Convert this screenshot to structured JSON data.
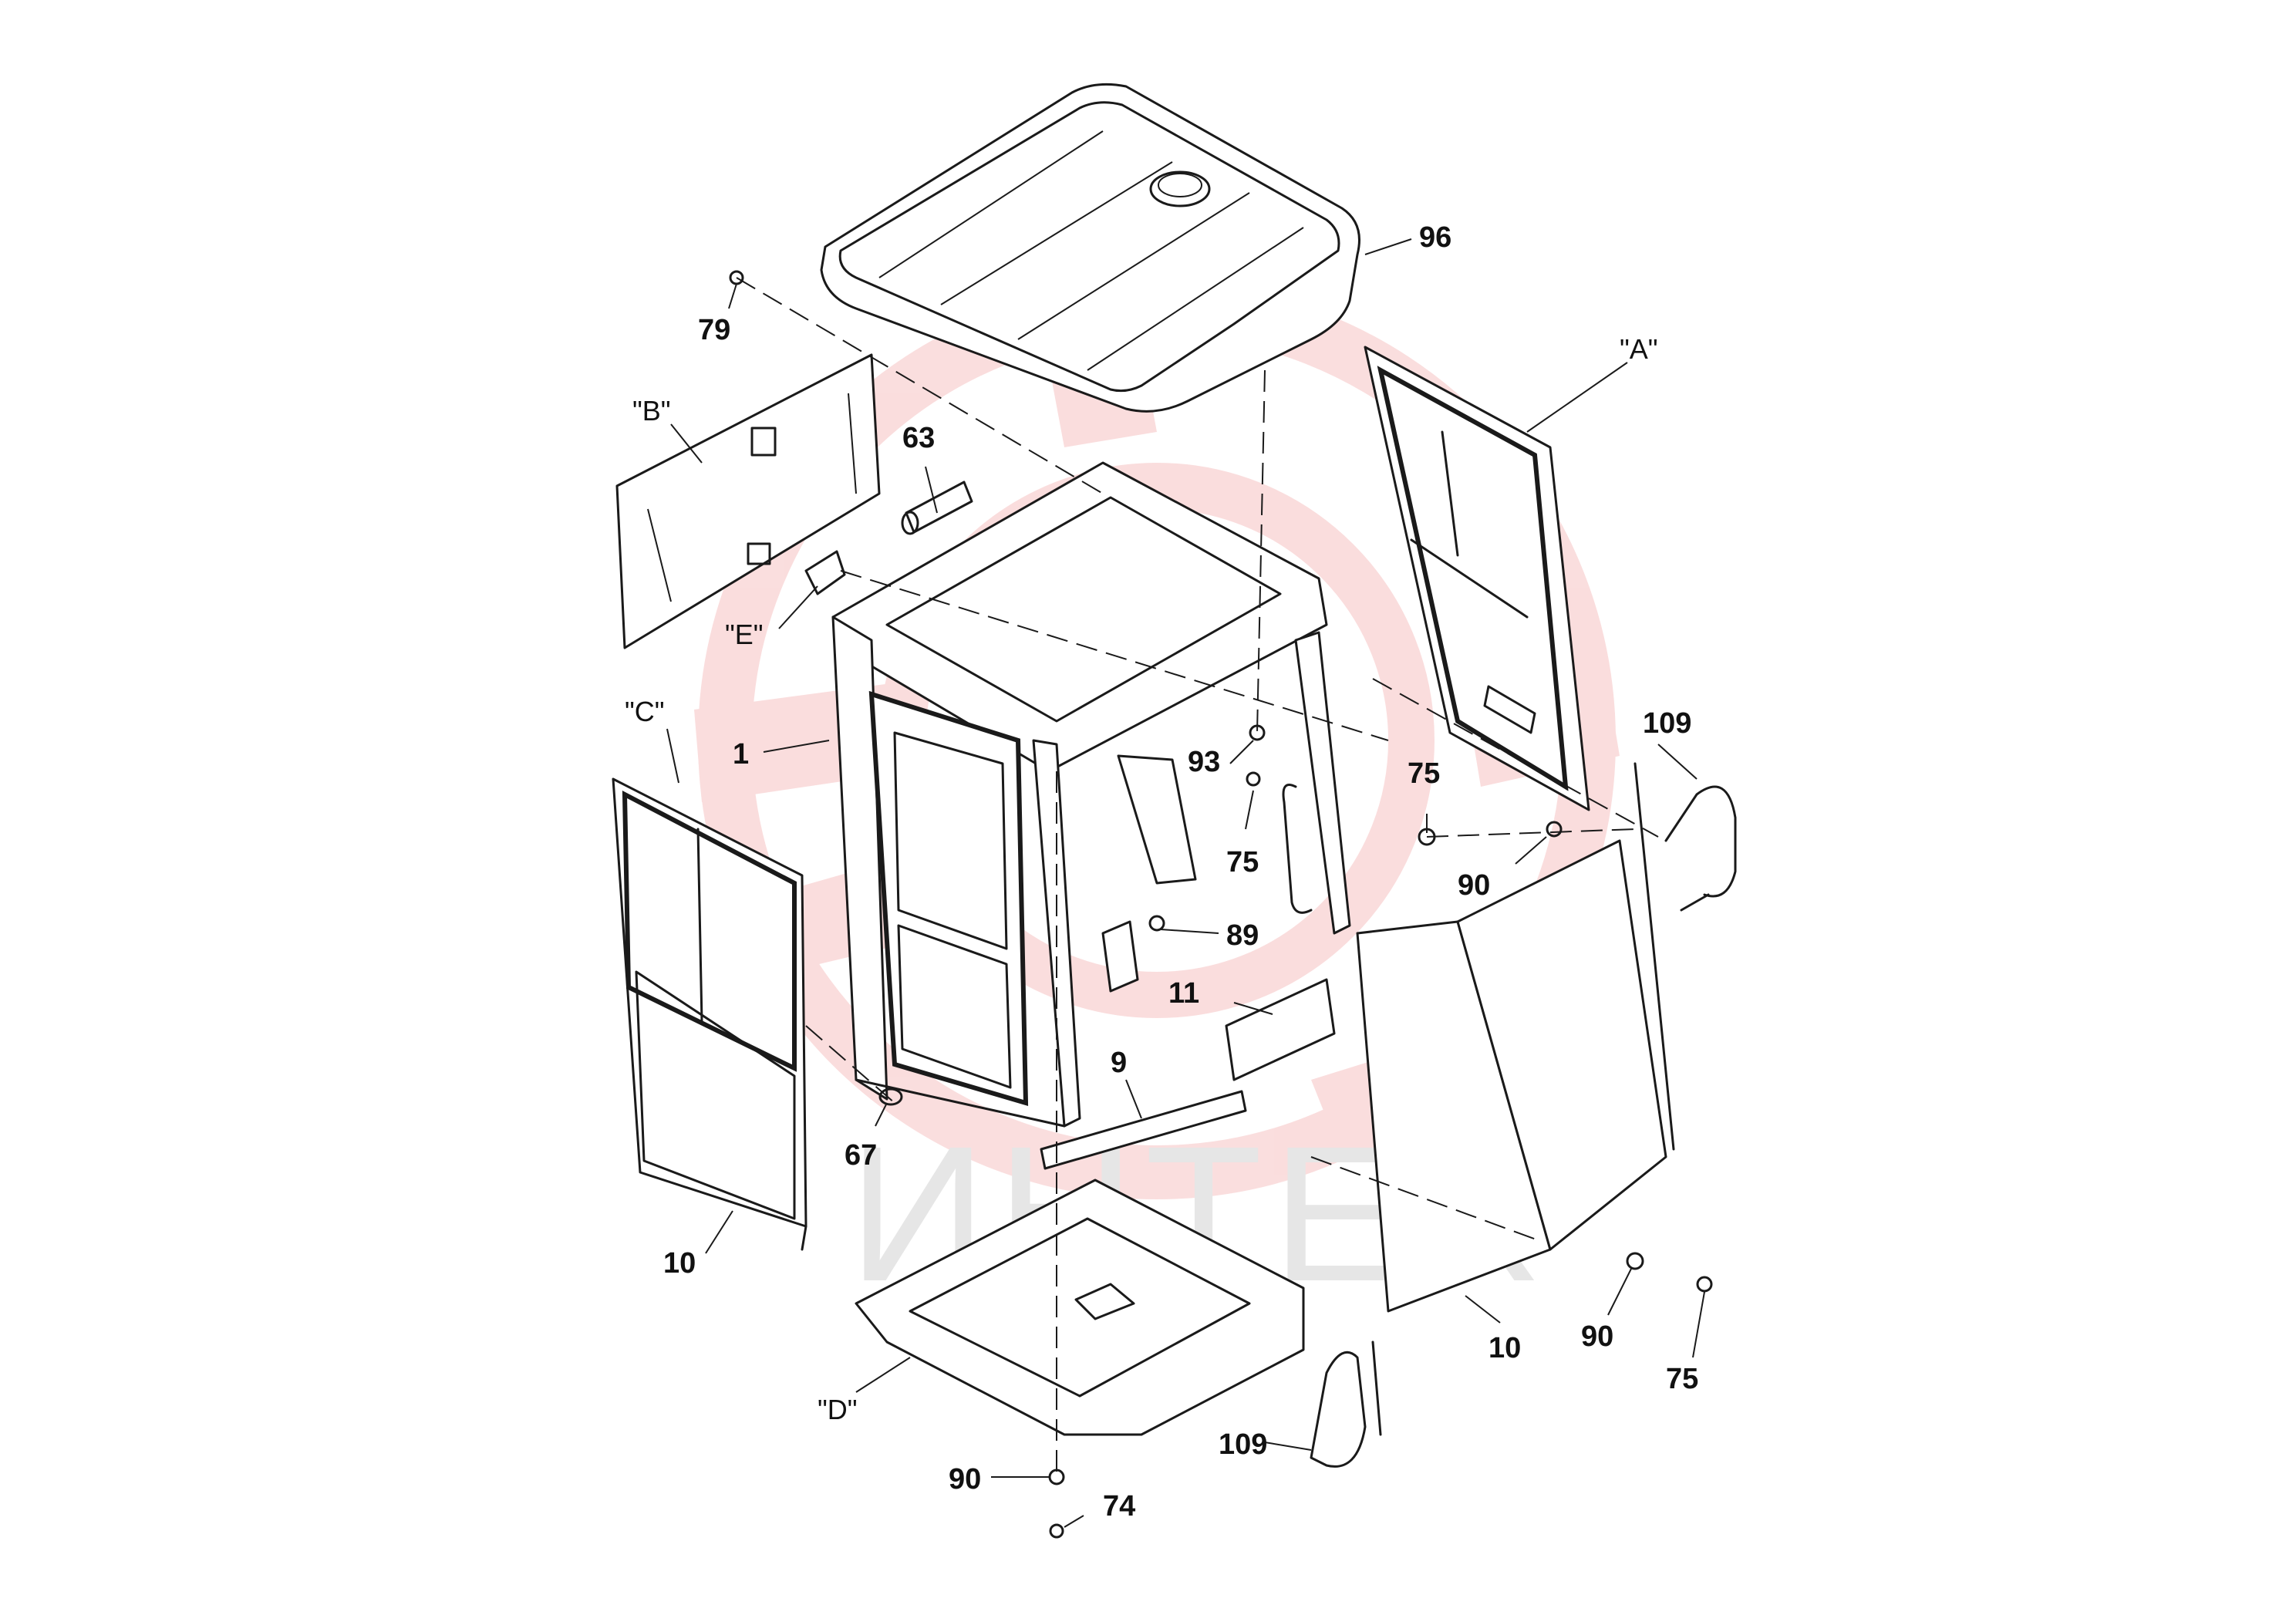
{
  "diagram": {
    "watermark": {
      "text": "ИНТЕХ",
      "logo_color": "#f6c3c3",
      "text_color": "#e6e6e6"
    },
    "colors": {
      "line": "#1a1a1a",
      "label": "#111111"
    },
    "labels": {
      "p96": "96",
      "p79": "79",
      "pA": "\"A\"",
      "pB": "\"B\"",
      "p63": "63",
      "pE": "\"E\"",
      "p1": "1",
      "p93": "93",
      "p75a": "75",
      "p75b": "75",
      "p109a": "109",
      "pC": "\"C\"",
      "p90a": "90",
      "p89": "89",
      "p11": "11",
      "p9": "9",
      "p67": "67",
      "p10a": "10",
      "p10b": "10",
      "p90b": "90",
      "p75c": "75",
      "pD": "\"D\"",
      "p109b": "109",
      "p90c": "90",
      "p74": "74"
    }
  }
}
